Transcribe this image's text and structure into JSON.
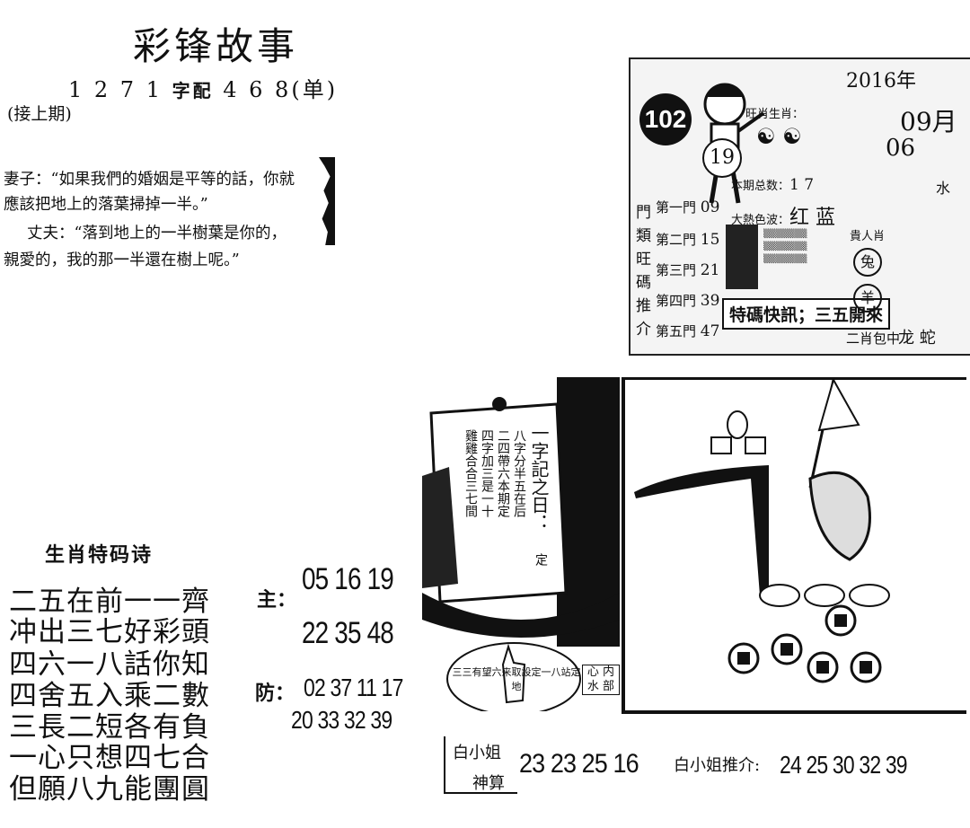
{
  "header": {
    "title": "彩锋故事",
    "code_digits": "1 2 7 1",
    "code_label": "字配",
    "code_numbers": "4 6 8",
    "code_parity": "(单)",
    "continued": "(接上期)"
  },
  "joke": {
    "lines": [
      "妻子：“如果我們的婚姻是平等的話，你就",
      "應該把地上的落葉掃掉一半。”",
      "丈夫：“落到地上的一半樹葉是你的，",
      "親愛的，我的那一半還在樹上呢。”"
    ]
  },
  "panel": {
    "issue": "102",
    "small_number": "19",
    "year": "2016年",
    "month": "09月",
    "day": "06",
    "zodiac_label": "旺肖生肖：",
    "number_label": "本期总数：",
    "number_value": "1 7",
    "color_label": "大熱色波：",
    "color_value": "红 蓝",
    "category_vertical": "門類旺碼推介",
    "doors": [
      {
        "label": "第一門",
        "value": "09"
      },
      {
        "label": "第二門",
        "value": "15"
      },
      {
        "label": "第三門",
        "value": "21"
      },
      {
        "label": "第四門",
        "value": "39"
      },
      {
        "label": "第五門",
        "value": "47"
      }
    ],
    "secret": "特碼快訊；三五開來",
    "noble": "貴人肖",
    "animal1": "兔",
    "animal2": "羊",
    "bottom_label": "二肖包中",
    "bottom_value": "龙 蛇",
    "side": "水"
  },
  "poem": {
    "title": "生肖特码诗",
    "lines": [
      "二五在前一一齊",
      "冲出三七好彩頭",
      "四六一八話你知",
      "四舍五入乘二數",
      "三長二短各有負",
      "一心只想四七合",
      "但願八九能團圓"
    ]
  },
  "numbers": {
    "main_label": "主：",
    "main_row1": "05 16 19",
    "main_row2": "22 35 48",
    "defense_label": "防：",
    "defense_row1": "02 37 11 17",
    "defense_row2": "20 33 32 39"
  },
  "ship": {
    "heading": "一字記之日：",
    "verse_cols": [
      "八字分半五在后",
      "二四帶六本期定",
      "四字加三是一十",
      "雞雞合合三七間"
    ],
    "ding": "定",
    "circle_text": "三三有望六来取設定一八站定地",
    "heart_box": "心 内 水 部"
  },
  "bottom": {
    "miss_bai": "白小姐",
    "shen_suan": "神算",
    "numbers": "23 23 25 16",
    "recommend_label": "白小姐推介:",
    "recommend_numbers": "24 25 30 32 39"
  }
}
